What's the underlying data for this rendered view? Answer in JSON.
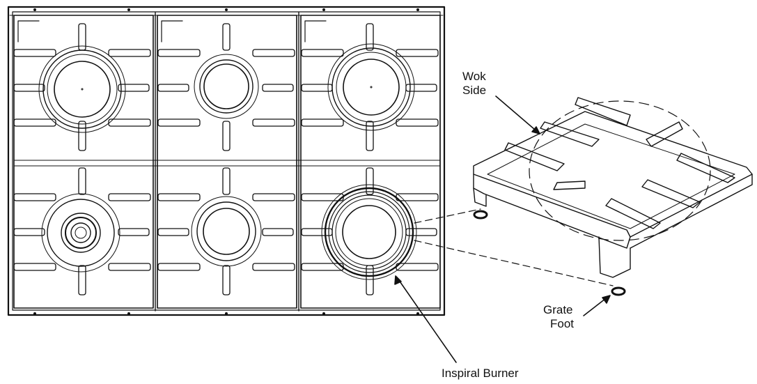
{
  "labels": {
    "wok_line1": "Wok",
    "wok_line2": "Side",
    "grate_line1": "Grate",
    "grate_line2": "Foot",
    "inspiral": "Inspiral Burner"
  },
  "colors": {
    "ink": "#111111",
    "background": "#ffffff"
  },
  "burners": [
    {
      "position": "rear-left",
      "style": "large"
    },
    {
      "position": "rear-center",
      "style": "standard"
    },
    {
      "position": "rear-right",
      "style": "large"
    },
    {
      "position": "front-left",
      "style": "simmer"
    },
    {
      "position": "front-center",
      "style": "standard"
    },
    {
      "position": "front-right",
      "style": "inspiral"
    }
  ]
}
